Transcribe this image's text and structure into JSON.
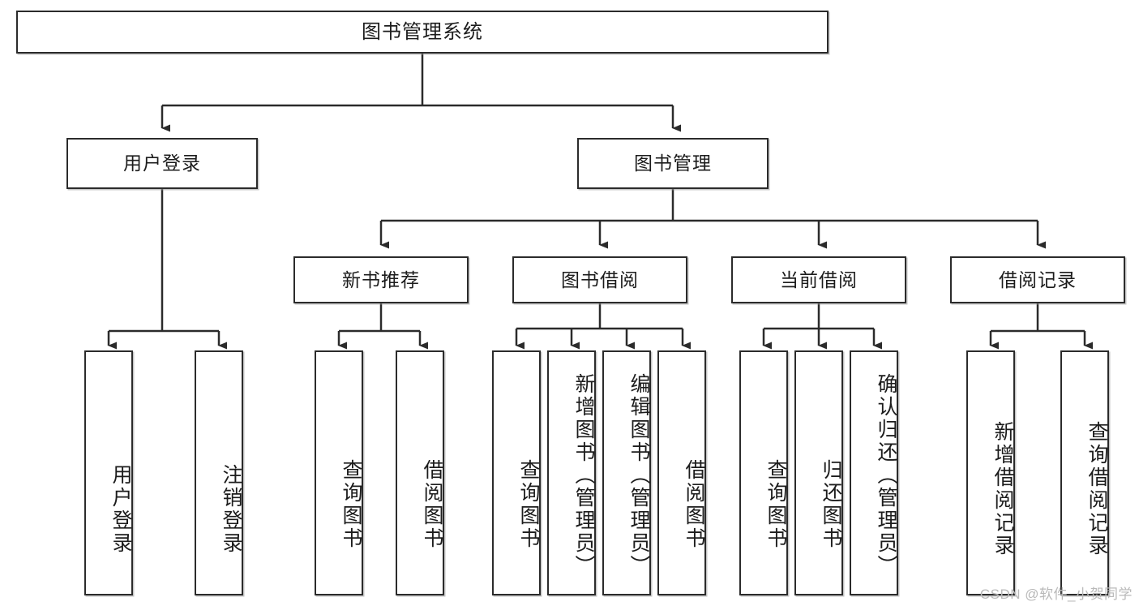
{
  "diagram": {
    "title": "图书管理系统",
    "type": "tree",
    "watermark": "CSDN @软件_小贺同学",
    "colors": {
      "stroke": "#2b2b2b",
      "fill": "#ffffff",
      "text": "#1c1c1c",
      "watermark": "#b9b9b9"
    },
    "levels": {
      "root": {
        "label": "图书管理系统"
      },
      "level2": [
        {
          "label": "用户登录"
        },
        {
          "label": "图书管理"
        }
      ],
      "level3": [
        {
          "label": "新书推荐"
        },
        {
          "label": "图书借阅"
        },
        {
          "label": "当前借阅"
        },
        {
          "label": "借阅记录"
        }
      ]
    },
    "leaves": {
      "user_login": [
        {
          "label": "用户登录"
        },
        {
          "label": "注销登录"
        }
      ],
      "new_book_recommend": [
        {
          "label": "查询图书"
        },
        {
          "label": "借阅图书"
        }
      ],
      "book_borrow": [
        {
          "label": "查询图书"
        },
        {
          "label": "新增图书（管理员）"
        },
        {
          "label": "编辑图书（管理员）"
        },
        {
          "label": "借阅图书"
        }
      ],
      "current_borrow": [
        {
          "label": "查询图书"
        },
        {
          "label": "归还图书"
        },
        {
          "label": "确认归还（管理员）"
        }
      ],
      "borrow_record": [
        {
          "label": "新增借阅记录"
        },
        {
          "label": "查询借阅记录"
        }
      ]
    }
  }
}
